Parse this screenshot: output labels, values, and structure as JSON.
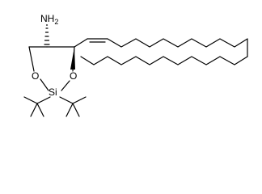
{
  "molecule": {
    "atoms": {
      "amine": "NH2",
      "ring_o_left": "O",
      "ring_si": "Si",
      "ring_o_right": "O"
    },
    "colors": {
      "ink": "#000000",
      "background": "#ffffff"
    }
  }
}
